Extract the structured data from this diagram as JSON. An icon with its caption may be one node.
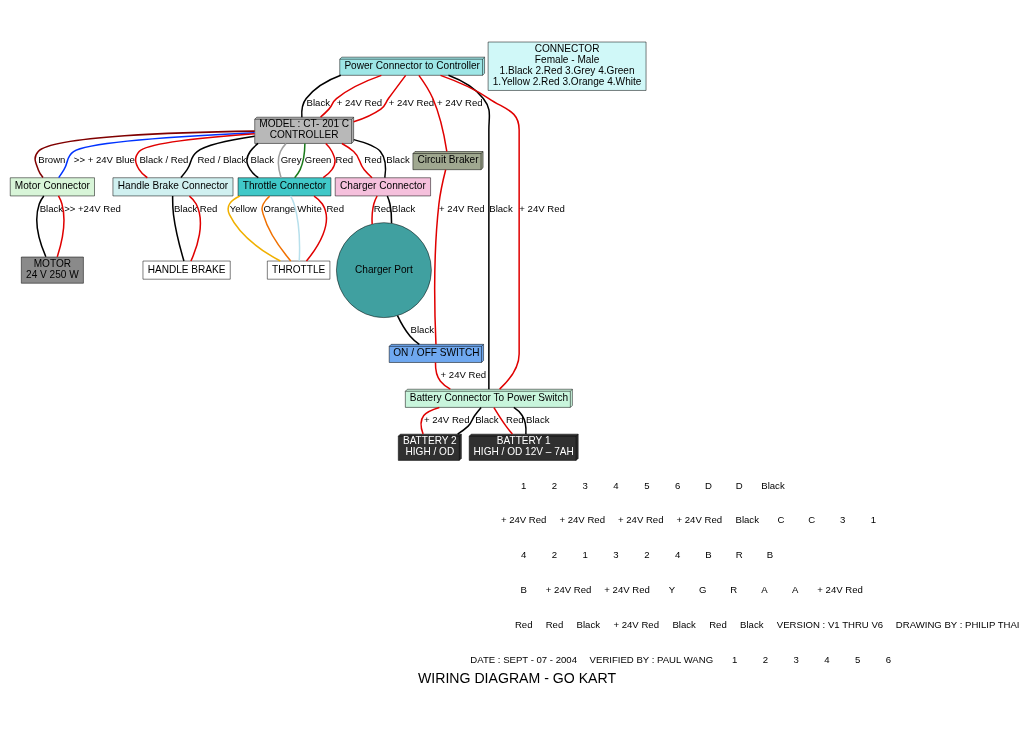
{
  "diagram": {
    "title": "WIRING DIAGRAM - GO KART",
    "nodes": [
      {
        "text": [
          "Power Connector to Controller"
        ]
      },
      {
        "text": [
          "MODEL : CT- 201 C",
          "CONTROLLER"
        ]
      },
      {
        "text": [
          "Motor Connector"
        ]
      },
      {
        "text": [
          "MOTOR",
          "24 V 250 W"
        ]
      },
      {
        "text": [
          "HANDLE BRAKE"
        ]
      },
      {
        "text": [
          "Handle Brake Connector"
        ]
      },
      {
        "text": [
          "Throttle Connector"
        ]
      },
      {
        "text": [
          "THROTTLE"
        ]
      },
      {
        "text": [
          "Charger Connector"
        ]
      },
      {
        "text": [
          "Charger Port"
        ]
      },
      {
        "text": [
          "Circuit Braker"
        ]
      },
      {
        "text": [
          "ON / OFF SWITCH"
        ]
      },
      {
        "text": [
          "Battery Connector To Power Switch"
        ]
      },
      {
        "text": [
          "BATTERY 2",
          "HIGH / OD"
        ]
      },
      {
        "text": [
          "BATTERY 1",
          "HIGH / OD 12V – 7AH"
        ]
      },
      {
        "text": [
          "CONNECTOR",
          "Female - Male",
          "1.Black 2.Red 3.Grey 4.Green",
          "1.Yellow 2.Red 3.Orange 4.White"
        ]
      }
    ],
    "edges": [
      {
        "from": 0,
        "to": 1,
        "arrow": "none",
        "label": "Black",
        "color": "#000000"
      },
      {
        "from": 0,
        "to": 1,
        "arrow": "none",
        "label": "+ 24V Red"
      },
      {
        "from": 0,
        "to": 1,
        "arrow": "none",
        "label": "+ 24V Red"
      },
      {
        "from": 1,
        "to": 2,
        "arrow": "none",
        "label": "Brown",
        "color": "#800000"
      },
      {
        "from": 1,
        "to": 2,
        "arrow": "none",
        "label": ">> + 24V Blue",
        "color": "#0033ff"
      },
      {
        "from": 2,
        "to": 3,
        "arrow": "none",
        "label": "Black",
        "color": "#000000"
      },
      {
        "from": 2,
        "to": 3,
        "arrow": "none",
        "label": ">> +24V Red"
      },
      {
        "from": 1,
        "to": 5,
        "arrow": "none",
        "label": "Black / Red"
      },
      {
        "from": 1,
        "to": 5,
        "arrow": "none",
        "label": "Red / Black",
        "color": "#000000"
      },
      {
        "from": 5,
        "to": 4,
        "arrow": "none",
        "label": "Black",
        "color": "#000000"
      },
      {
        "from": 5,
        "to": 4,
        "arrow": "none",
        "label": "Red"
      },
      {
        "from": 1,
        "to": 6,
        "arrow": "none",
        "label": "Black",
        "color": "#000000"
      },
      {
        "from": 1,
        "to": 6,
        "arrow": "none",
        "label": "Grey",
        "color": "#a0a0a0"
      },
      {
        "from": 1,
        "to": 6,
        "arrow": "none",
        "label": "Green",
        "color": "#1a7a1a"
      },
      {
        "from": 1,
        "to": 6,
        "arrow": "none",
        "label": "Red"
      },
      {
        "from": 6,
        "to": 7,
        "arrow": "none",
        "label": "Yellow",
        "color": "#f0b000"
      },
      {
        "from": 6,
        "to": 7,
        "arrow": "none",
        "label": "Orange",
        "color": "#f07000"
      },
      {
        "from": 6,
        "to": 7,
        "arrow": "none",
        "label": "White",
        "color": "#b8e0ec"
      },
      {
        "from": 6,
        "to": 7,
        "arrow": "none",
        "label": "Red"
      },
      {
        "from": 1,
        "to": 8,
        "arrow": "none",
        "label": "Red"
      },
      {
        "from": 1,
        "to": 8,
        "arrow": "none",
        "label": "Black",
        "color": "#000000"
      },
      {
        "from": 8,
        "to": 9,
        "arrow": "none",
        "label": "Red"
      },
      {
        "from": 8,
        "to": 9,
        "arrow": "none",
        "label": "Black",
        "color": "#000000"
      },
      {
        "from": 9,
        "to": 11,
        "arrow": "none",
        "label": "Black",
        "color": "#000000"
      },
      {
        "from": 0,
        "to": 12,
        "arrow": "none",
        "label": "Black",
        "color": "#000000"
      },
      {
        "from": 0,
        "to": 10,
        "arrow": "none",
        "label": "+ 24V Red"
      },
      {
        "from": 0,
        "to": 12,
        "arrow": "none",
        "label": "+ 24V Red"
      },
      {
        "from": 10,
        "to": 11,
        "arrow": "none",
        "label": "+ 24V Red"
      },
      {
        "from": 11,
        "to": 12,
        "arrow": "none",
        "label": "+ 24V Red"
      },
      {
        "from": 12,
        "to": 13,
        "arrow": "none",
        "label": "+ 24V Red"
      },
      {
        "from": 12,
        "to": 13,
        "arrow": "none",
        "label": "Black",
        "color": "#000000"
      },
      {
        "from": 12,
        "to": 14,
        "arrow": "none",
        "label": "Red"
      },
      {
        "from": 12,
        "to": 14,
        "arrow": "none",
        "label": "Black",
        "color": "#000000"
      }
    ],
    "labels": [
      "1",
      "2",
      "3",
      "4",
      "5",
      "6",
      "D",
      "D",
      "Black",
      "+ 24V Red",
      "+ 24V Red",
      "+ 24V Red",
      "+ 24V Red",
      "Black",
      "C",
      "C",
      "3",
      "1",
      "4",
      "2",
      "1",
      "3",
      "2",
      "4",
      "B",
      "R",
      "B",
      "B",
      "+ 24V Red",
      "+ 24V Red",
      "Y",
      "G",
      "R",
      "A",
      "A",
      "+ 24V Red",
      "Red",
      "Red",
      "Black",
      "+ 24V Red",
      "Black",
      "Red",
      "Black",
      "VERSION : V1 THRU V6",
      "DRAWING BY : PHILIP THAI",
      "DATE : SEPT - 07 - 2004",
      "VERIFIED BY : PAUL WANG",
      "1",
      "2",
      "3",
      "4",
      "5",
      "6"
    ]
  }
}
